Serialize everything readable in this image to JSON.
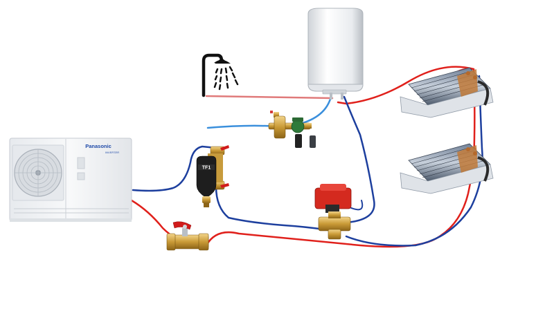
{
  "heat_pump": {
    "brand": "Panasonic",
    "series": "INVERTER",
    "body_color": "#f1f3f5",
    "accent_color": "#1f4aa8"
  },
  "magnetic_filter": {
    "label": "TF1"
  },
  "pipe_colors": {
    "flow": "#e0201b",
    "return": "#1d3f9e",
    "hot_water": "#e07a7a",
    "cold_water": "#3a8fdc"
  },
  "icons": {
    "shower": "shower-icon",
    "water_heater": "water-heater-icon",
    "ball_valve": "ball-valve-icon",
    "three_way_valve": "three-way-valve-icon",
    "mixing_valve": "thermostatic-mixing-valve-icon",
    "fan_coil": "fan-coil-unit-icon"
  }
}
